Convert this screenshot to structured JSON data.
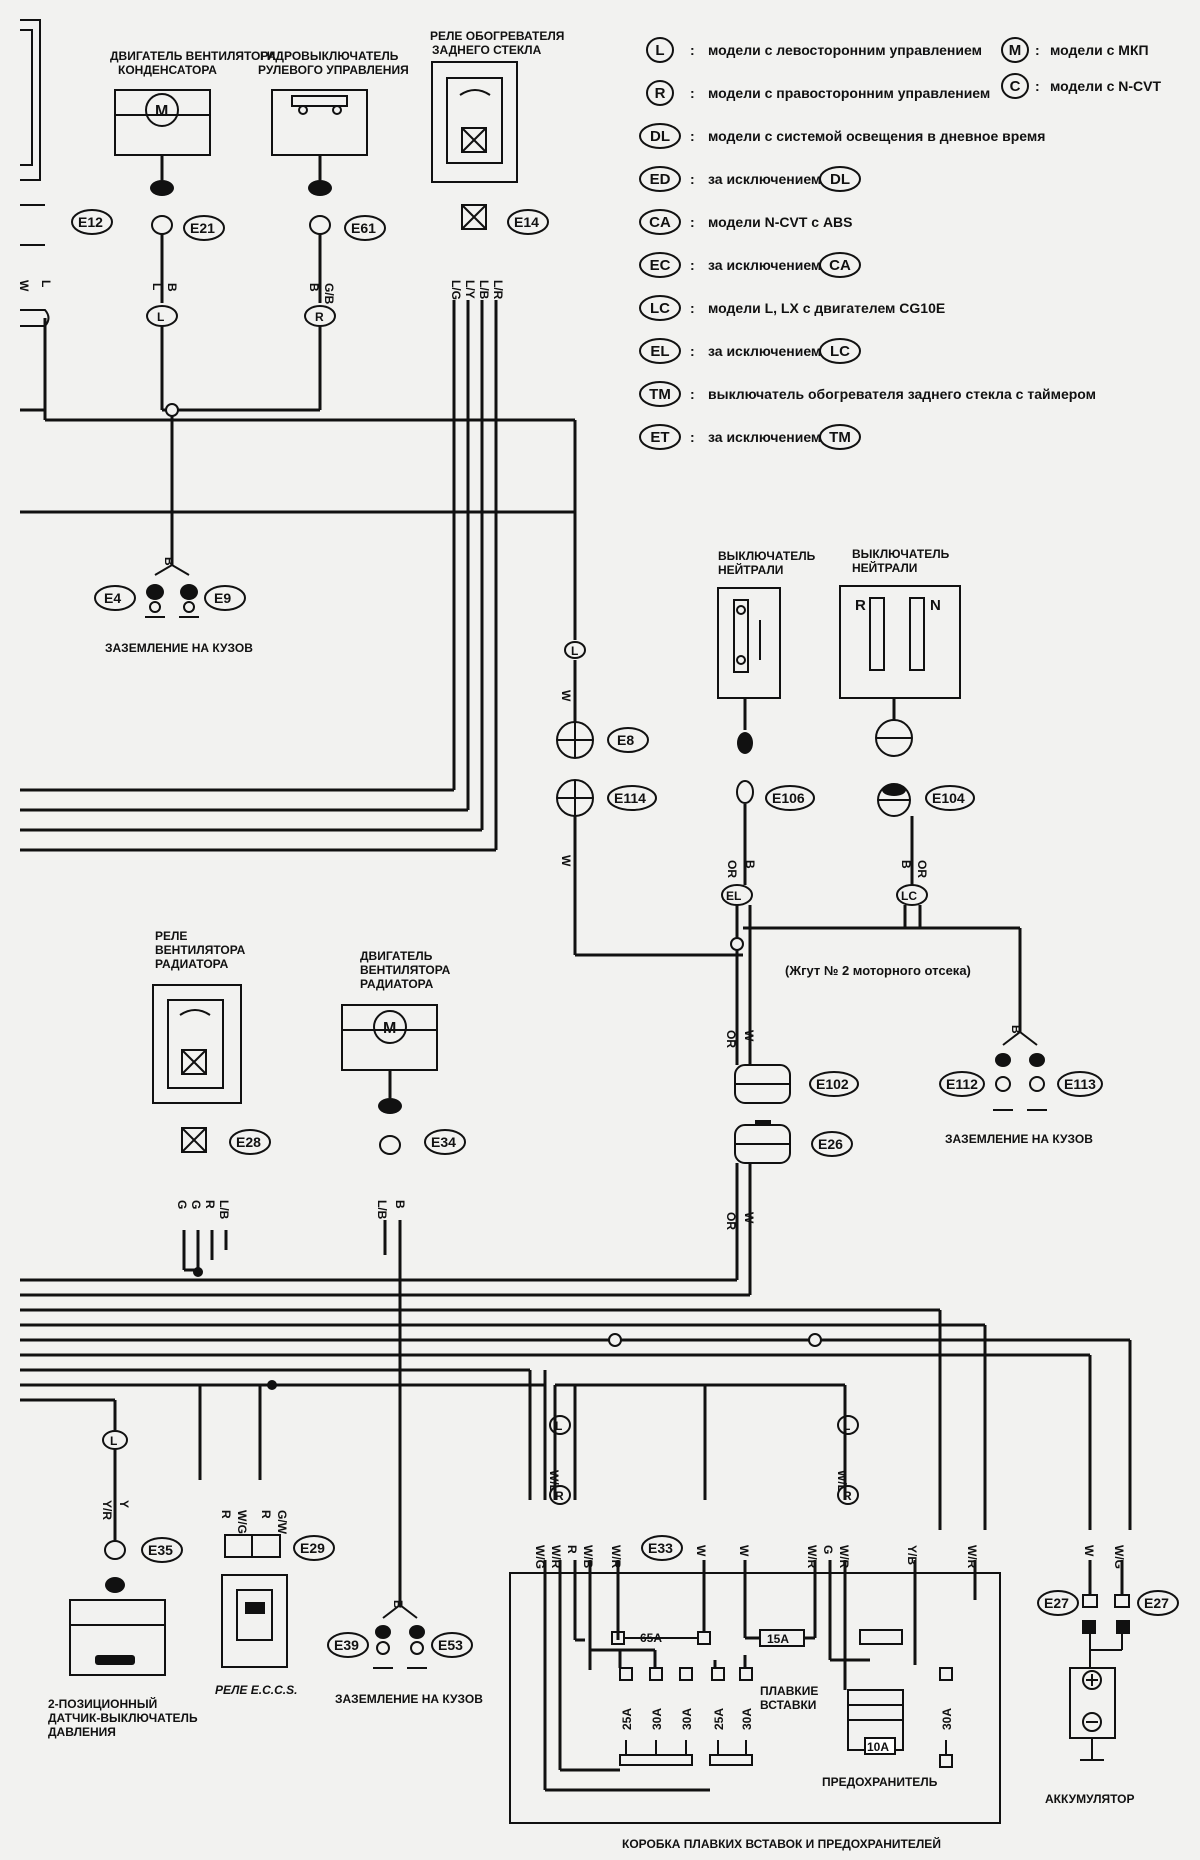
{
  "legend": [
    {
      "code": "L",
      "text": "модели с левосторонним управлением"
    },
    {
      "code": "R",
      "text": "модели с правосторонним управлением"
    },
    {
      "code": "DL",
      "text": "модели с системой освещения в дневное время"
    },
    {
      "code": "ED",
      "text": "за исключением",
      "ref": "DL"
    },
    {
      "code": "CA",
      "text": "модели N-CVT с ABS"
    },
    {
      "code": "EC",
      "text": "за исключением",
      "ref": "CA"
    },
    {
      "code": "LC",
      "text": "модели L, LX с двигателем CG10E"
    },
    {
      "code": "EL",
      "text": "за исключением",
      "ref": "LC"
    },
    {
      "code": "TM",
      "text": "выключатель обогревателя заднего стекла с таймером"
    },
    {
      "code": "ET",
      "text": "за исключением",
      "ref": "TM"
    }
  ],
  "legend_right": [
    {
      "code": "M",
      "text": "модели с МКП"
    },
    {
      "code": "C",
      "text": "модели с N-CVT"
    }
  ],
  "components": {
    "condenser_fan_motor": [
      "ДВИГАТЕЛЬ ВЕНТИЛЯТОРА",
      "КОНДЕНСАТОРА"
    ],
    "power_steering_switch": [
      "ГИДРОВЫКЛЮЧАТЕЛЬ",
      "РУЛЕВОГО УПРАВЛЕНИЯ"
    ],
    "rear_defogger_relay": [
      "РЕЛЕ ОБОГРЕВАТЕЛЯ",
      "ЗАДНЕГО СТЕКЛА"
    ],
    "body_ground_1": "ЗАЗЕМЛЕНИЕ НА КУЗОВ",
    "neutral_switch_1": [
      "ВЫКЛЮЧАТЕЛЬ",
      "НЕЙТРАЛИ"
    ],
    "neutral_switch_2": [
      "ВЫКЛЮЧАТЕЛЬ",
      "НЕЙТРАЛИ"
    ],
    "neutral_switch_2_terminals": [
      "R",
      "N"
    ],
    "harness_note": "(Жгут № 2 моторного отсека)",
    "radiator_fan_relay": [
      "РЕЛЕ",
      "ВЕНТИЛЯТОРА",
      "РАДИАТОРА"
    ],
    "radiator_fan_motor": [
      "ДВИГАТЕЛЬ",
      "ВЕНТИЛЯТОРА",
      "РАДИАТОРА"
    ],
    "body_ground_2": "ЗАЗЕМЛЕНИЕ НА КУЗОВ",
    "body_ground_3": "ЗАЗЕМЛЕНИЕ НА КУЗОВ",
    "pressure_switch": [
      "2-ПОЗИЦИОННЫЙ",
      "ДАТЧИК-ВЫКЛЮЧАТЕЛЬ",
      "ДАВЛЕНИЯ"
    ],
    "eccs_relay": "РЕЛЕ E.C.C.S.",
    "fusible_links": [
      "ПЛАВКИЕ",
      "ВСТАВКИ"
    ],
    "fuse": "ПРЕДОХРАНИТЕЛЬ",
    "fuse_box": "КОРОБКА ПЛАВКИХ ВСТАВОК И ПРЕДОХРАНИТЕЛЕЙ",
    "battery": "АККУМУЛЯТОР"
  },
  "connectors": {
    "e12": "E12",
    "e21": "E21",
    "e61": "E61",
    "e14": "E14",
    "e4": "E4",
    "e9": "E9",
    "e8": "E8",
    "e114": "E114",
    "e106": "E106",
    "e104": "E104",
    "e102": "E102",
    "e26": "E26",
    "e112": "E112",
    "e113": "E113",
    "e28": "E28",
    "e34": "E34",
    "e35": "E35",
    "e29": "E29",
    "e39": "E39",
    "e53": "E53",
    "e33": "E33",
    "e27a": "E27",
    "e27b": "E27"
  },
  "wire_groups": {
    "e12_wires": [
      "W",
      "L"
    ],
    "e21_wires": [
      "L",
      "B"
    ],
    "e61_wires": [
      "B",
      "G/B"
    ],
    "e14_wires": [
      "L/G",
      "L/Y",
      "L/B",
      "L/R"
    ],
    "ground1_wire": "B",
    "e8_wire": "W",
    "e114_wire": "W",
    "e106_wires": [
      "OR",
      "B"
    ],
    "e104_wires": [
      "B",
      "OR"
    ],
    "e102_wires": [
      "OR",
      "W"
    ],
    "ground2_wire": "B",
    "e26_wires": [
      "OR",
      "W"
    ],
    "e28_wires": [
      "G",
      "G",
      "R",
      "L/B"
    ],
    "e34_wires": [
      "L/B",
      "B"
    ],
    "e35_wires": [
      "Y/R",
      "Y"
    ],
    "e29_wires_left": [
      "R",
      "W/G"
    ],
    "e29_wires_right": [
      "R",
      "G/W"
    ],
    "ground3_wire": "B",
    "e33_wires_left": [
      "W/G",
      "W/R",
      "R",
      "W/B"
    ],
    "e33_wire_single": "W/R",
    "e33_wires_mid": [
      "W",
      "W"
    ],
    "e33_wires_right": [
      "W/R",
      "G",
      "W/R"
    ],
    "e33_wires_far": [
      "Y/B",
      "W/R"
    ],
    "e27_wires": [
      "W",
      "W/G"
    ],
    "left_wlb": "W/L",
    "right_wlb": "W/L"
  },
  "variant_tags": {
    "t_l1": "L",
    "t_r1": "R",
    "t_l2": "L",
    "t_el": "EL",
    "t_lc": "LC",
    "t_l3": "L",
    "t_l4": "L",
    "t_r4": "R",
    "t_l5": "L",
    "t_r5": "R"
  },
  "fuses": {
    "link_65": "65A",
    "link_15": "15A",
    "fuse_10": "10A",
    "bottom": [
      "25A",
      "30A",
      "30A",
      "25A",
      "30A",
      "30A"
    ]
  }
}
